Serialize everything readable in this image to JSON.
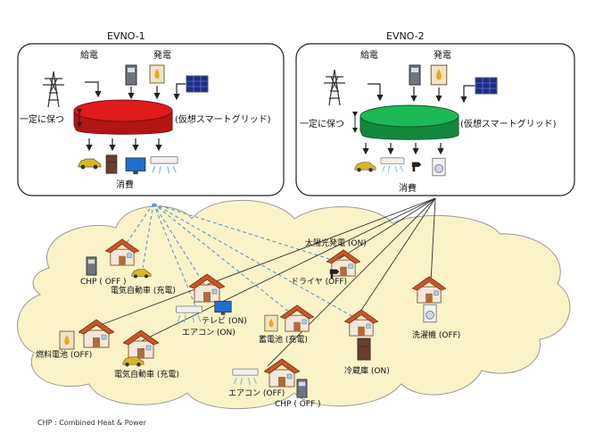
{
  "evno1": {
    "title": "EVNO-1",
    "supply": "給電",
    "generation": "発電",
    "keep_constant": "一定に保つ",
    "virtual_grid": "(仮想スマートグリッド)",
    "consumption": "消費"
  },
  "evno2": {
    "title": "EVNO-2",
    "supply": "給電",
    "generation": "発電",
    "keep_constant": "一定に保つ",
    "virtual_grid": "(仮想スマートグリッド)",
    "consumption": "消費"
  },
  "cloud": {
    "chp1": "CHP ( OFF )",
    "ev1": "電気自動車 (充電)",
    "solar": "太陽光発電 (ON)",
    "dryer": "ドライヤ (OFF)",
    "tv": "テレビ (ON)",
    "aircon1": "エアコン (ON)",
    "battery": "蓄電池 (充電)",
    "fuelcell": "燃料電池 (OFF)",
    "washer": "洗濯機 (OFF)",
    "ev2": "電気自動車 (充電)",
    "fridge": "冷蔵庫 (ON)",
    "aircon2": "エアコン (OFF)",
    "chp2": "CHP ( OFF )"
  },
  "footnote": "CHP : Combined Heat & Power",
  "colors": {
    "evno1_disc": "#e01b1b",
    "evno2_disc": "#1db954",
    "cloud": "#fbf3c8",
    "house_roof": "#c8552b"
  }
}
